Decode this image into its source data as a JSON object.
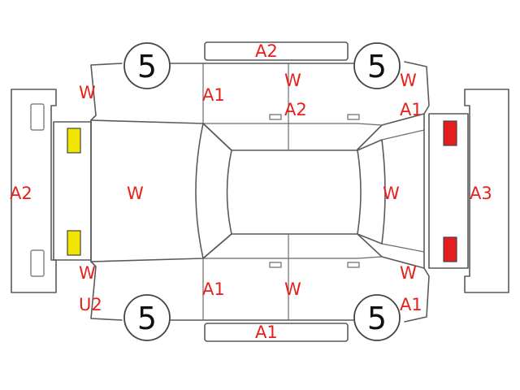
{
  "colors": {
    "code_text": "#e8201b",
    "outline": "#5a5a5a",
    "yellow_lamp": "#f2e600",
    "red_lamp": "#e41e1e"
  },
  "wheels": {
    "front_left": "5",
    "front_right": "5",
    "rear_left": "5",
    "rear_right": "5"
  },
  "codes": {
    "rear_bumper": "A2",
    "roof_top_panel": "A2",
    "roof_bottom_panel": "A1",
    "front_bumper": "A3",
    "left_rear_quarter": "W",
    "left_rear_door": "A1",
    "left_front_door": "W",
    "left_front_door_upper": "A2",
    "left_front_fender": "W",
    "left_front_fender_2": "A1",
    "trunk_lid": "W",
    "hood": "W",
    "right_rear_quarter": "W",
    "right_rear_quarter_2": "U2",
    "right_rear_door": "A1",
    "right_front_door": "W",
    "right_front_fender": "W",
    "right_front_fender_2": "A1"
  }
}
